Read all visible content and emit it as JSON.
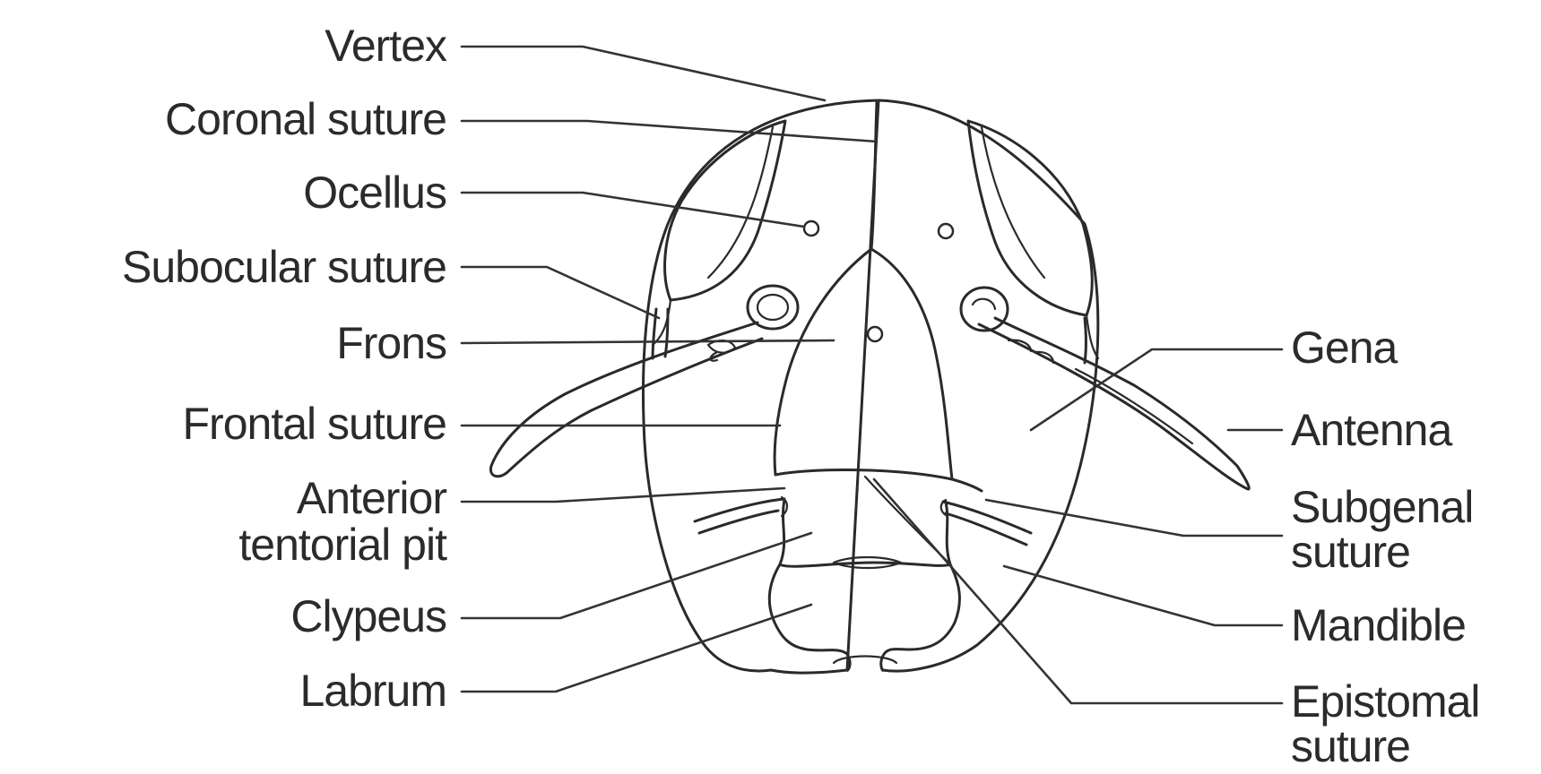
{
  "labels": {
    "vertex": "Vertex",
    "coronal_suture": "Coronal suture",
    "ocellus": "Ocellus",
    "subocular_suture": "Subocular suture",
    "frons": "Frons",
    "frontal_suture": "Frontal suture",
    "anterior_tentorial_pit_line1": "Anterior",
    "anterior_tentorial_pit_line2": "tentorial pit",
    "clypeus": "Clypeus",
    "labrum": "Labrum",
    "gena": "Gena",
    "antenna": "Antenna",
    "subgenal_suture_line1": "Subgenal",
    "subgenal_suture_line2": "suture",
    "mandible": "Mandible",
    "epistomal_suture_line1": "Epistomal",
    "epistomal_suture_line2": "suture"
  },
  "colors": {
    "ink": "#2a2a2a",
    "text": "#2b2b2b",
    "background": "#ffffff"
  }
}
